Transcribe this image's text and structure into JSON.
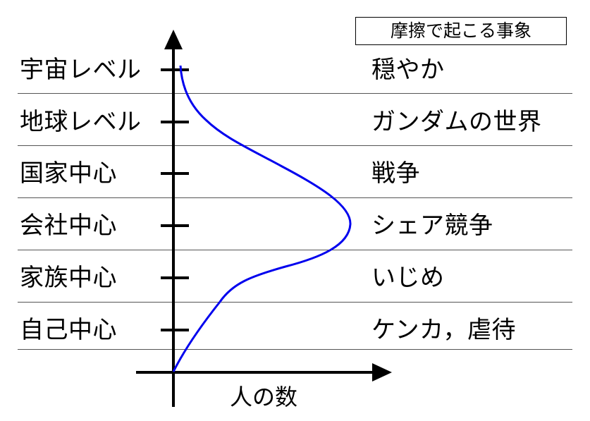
{
  "legend": {
    "label": "摩擦で起こる事象"
  },
  "axis": {
    "x_label": "人の数"
  },
  "levels": [
    {
      "label": "宇宙レベル",
      "event": "穏やか"
    },
    {
      "label": "地球レベル",
      "event": "ガンダムの世界"
    },
    {
      "label": "国家中心",
      "event": "戦争"
    },
    {
      "label": "会社中心",
      "event": "シェア競争"
    },
    {
      "label": "家族中心",
      "event": "いじめ"
    },
    {
      "label": "自己中心",
      "event": "ケンカ，虐待"
    }
  ],
  "curve_color": "#0000ee",
  "axis_color": "#000000"
}
